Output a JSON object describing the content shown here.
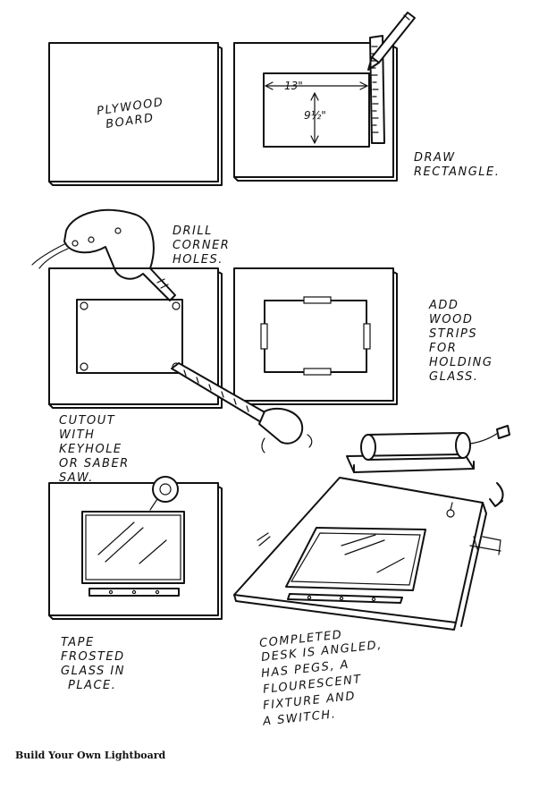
{
  "labels": {
    "plywood": [
      "PLYWOOD",
      "BOARD"
    ],
    "width_dim": "13\"",
    "height_dim": "9½\"",
    "draw": [
      "DRAW",
      "RECTANGLE."
    ],
    "drill": [
      "DRILL",
      "CORNER",
      "HOLES."
    ],
    "strips": [
      "ADD",
      "WOOD",
      "STRIPS",
      "FOR",
      "HOLDING",
      "GLASS."
    ],
    "cutout": [
      "CUTOUT",
      "WITH",
      "KEYHOLE",
      "OR SABER",
      "SAW."
    ],
    "tape": [
      "TAPE",
      "FROSTED",
      "GLASS IN",
      "PLACE."
    ],
    "completed": [
      "COMPLETED",
      "DESK IS ANGLED,",
      "HAS PEGS, A",
      "FLOURESCENT",
      "FIXTURE AND",
      "A SWITCH."
    ]
  },
  "caption": "Build Your Own Lightboard"
}
